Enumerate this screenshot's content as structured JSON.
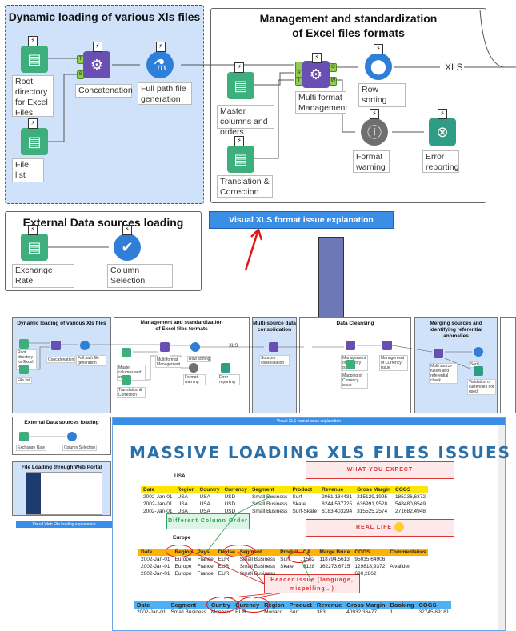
{
  "containers": {
    "dynamic": "Dynamic loading of various Xls files",
    "management": "Management and standardization of Excel files formats",
    "external": "External Data sources loading"
  },
  "tools": {
    "root_directory": "Root directory for Excel Files",
    "file_list": "File list",
    "concatenation": "Concatenation",
    "full_path": "Full path file generation",
    "master_columns": "Master columns and orders",
    "translation": "Translation & Correction",
    "multi_format": "Multi format Management",
    "row_sorting": "Row sorting",
    "format_warning": "Format warning",
    "error_reporting": "Error reporting",
    "exchange_rate": "Exchange Rate",
    "column_selection": "Column Selection",
    "xls_label": "XLS"
  },
  "explain_button": "Visual XLS format issue explanation",
  "mini": {
    "c1": "Dynamic loading of various Xls files",
    "c2": "Management and standardization of Excel files formats",
    "c3": "Multi-source data consolidation",
    "c4": "Data Cleansing",
    "c5": "Merging sources and identifying referential anomalies",
    "c6": "External Data sources loading",
    "portal": "File Loading through Web Portal",
    "portal_btn": "Visual Web File loading explanation",
    "labels": [
      "Root directory for Excel Files",
      "File list",
      "Concatenation",
      "Full path file generation",
      "Master columns and orders",
      "Translation & Correction",
      "Multi format Management",
      "Row sorting",
      "Format warning",
      "Error reporting",
      "Sources consolidation",
      "Management of Country issues",
      "Management of Currency issue",
      "Mapping of Currency issue",
      "Multi source fusion and referential check",
      "Sort",
      "Validation of currencies not used",
      "Exchange Rate",
      "Column Selection"
    ],
    "xls": "XLS"
  },
  "window": {
    "title": "Visual XLS format issue explanation",
    "headline": "MASSIVE LOADING XLS FILES ISSUES",
    "expect": "WHAT YOU EXPECT",
    "real": "REAL LIFE",
    "diff_col": "Different Column Order",
    "header_issue": "Header issue (language, mispelling…)",
    "t1": {
      "region": "USA",
      "header": [
        "Date",
        "Region",
        "Country",
        "Currency",
        "Segment",
        "Product",
        "Revenue",
        "Gross Margin",
        "COGS"
      ],
      "rows": [
        [
          "2002-Jan-01",
          "USA",
          "USA",
          "USD",
          "Small Business",
          "Surf",
          "2061,134431",
          "215129,1995",
          "185236,6372"
        ],
        [
          "2002-Jan-01",
          "USA",
          "USA",
          "USD",
          "Small Business",
          "Skate",
          "8244,537725",
          "636991,9528",
          "548480,8549"
        ],
        [
          "2002-Jan-01",
          "USA",
          "USA",
          "USD",
          "Small Business",
          "Surf-Skate",
          "6183,403294",
          "315525,2574",
          "271682,4948"
        ]
      ]
    },
    "t2": {
      "region": "Europe",
      "header": [
        "Date",
        "Region",
        "Pays",
        "Devise",
        "Segment",
        "Produit",
        "CA",
        "Marge Brute",
        "COGS",
        "Commentaires"
      ],
      "rows": [
        [
          "2002-Jan-01",
          "Europe",
          "France",
          "EUR",
          "Small Business",
          "Surf",
          "1532",
          "118794,5613",
          "95035,64906",
          ""
        ],
        [
          "2002-Jan-01",
          "Europe",
          "France",
          "EUR",
          "Small Business",
          "Skate",
          "6128",
          "162273,6715",
          "129818,9372",
          "A valider"
        ],
        [
          "2002-Jan-01",
          "Europe",
          "France",
          "EUR",
          "Small Business",
          "",
          "",
          "",
          "690,2862",
          ""
        ]
      ]
    },
    "t3": {
      "header": [
        "Date",
        "Segment",
        "Cuntry",
        "Curency",
        "Region",
        "Product",
        "Revenue",
        "Gross Margin",
        "Booking",
        "COGS"
      ],
      "rows": [
        [
          "2002-Jan-01",
          "Small Business",
          "Monaco",
          "EUR",
          "Monaco",
          "Surf",
          "383",
          "40932,36477",
          "1",
          "32745,89181"
        ]
      ]
    }
  }
}
